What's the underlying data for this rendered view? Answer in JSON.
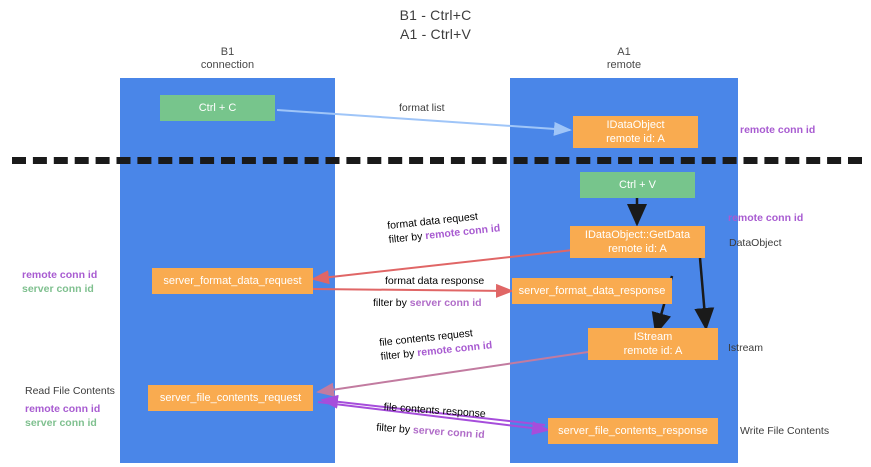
{
  "title": {
    "line1": "B1 - Ctrl+C",
    "line2": "A1 - Ctrl+V"
  },
  "columns": [
    {
      "name": "B1",
      "sub": "connection"
    },
    {
      "name": "A1",
      "sub": "remote"
    }
  ],
  "nodes": {
    "ctrl_c": {
      "line1": "Ctrl + C"
    },
    "data_object_top": {
      "line1": "IDataObject",
      "line2": "remote id: A"
    },
    "ctrl_v": {
      "line1": "Ctrl + V"
    },
    "get_data": {
      "line1": "IDataObject::GetData",
      "line2": "remote id: A"
    },
    "server_format_data_request": {
      "line1": "server_format_data_request"
    },
    "server_format_data_response": {
      "line1": "server_format_data_response"
    },
    "istream": {
      "line1": "IStream",
      "line2": "remote id: A"
    },
    "server_file_contents_request": {
      "line1": "server_file_contents_request"
    },
    "server_file_contents_response": {
      "line1": "server_file_contents_response"
    }
  },
  "edge_labels": {
    "format_list": "format list",
    "format_data_request": "format data request",
    "format_data_request_filter_prefix": "filter by ",
    "format_data_request_filter_key": "remote conn id",
    "format_data_response": "format data response",
    "format_data_response_filter_prefix": "filter by ",
    "format_data_response_filter_key": "server conn id",
    "file_contents_request": "file contents request",
    "file_contents_request_filter_prefix": "filter by ",
    "file_contents_request_filter_key": "remote conn id",
    "file_contents_response": "file contents response",
    "file_contents_response_filter_prefix": "filter by ",
    "file_contents_response_filter_key": "server conn id"
  },
  "annotations": {
    "right_remote_conn_id_top": "remote conn id",
    "right_remote_conn_id_mid": "remote conn id",
    "right_data_object": "DataObject",
    "right_istream": "Istream",
    "right_write_file_contents": "Write File Contents",
    "left_remote_conn_id": "remote conn id",
    "left_server_conn_id": "server conn id",
    "left_read_file_contents": "Read File Contents",
    "left_bottom_remote_conn_id": "remote conn id",
    "left_bottom_server_conn_id": "server conn id"
  },
  "colors": {
    "lane": "#4a86e8",
    "green_node": "#77c58c",
    "orange_node": "#f9ab50",
    "purple_text": "#a85bd1",
    "green_text": "#7fc08f",
    "arrow_blue": "#9fc5f8",
    "arrow_red": "#e06666",
    "arrow_magenta": "#c27ba0",
    "arrow_purple": "#a64ddb",
    "arrow_black": "#1a1a1a",
    "divider": "#1a1a1a"
  }
}
